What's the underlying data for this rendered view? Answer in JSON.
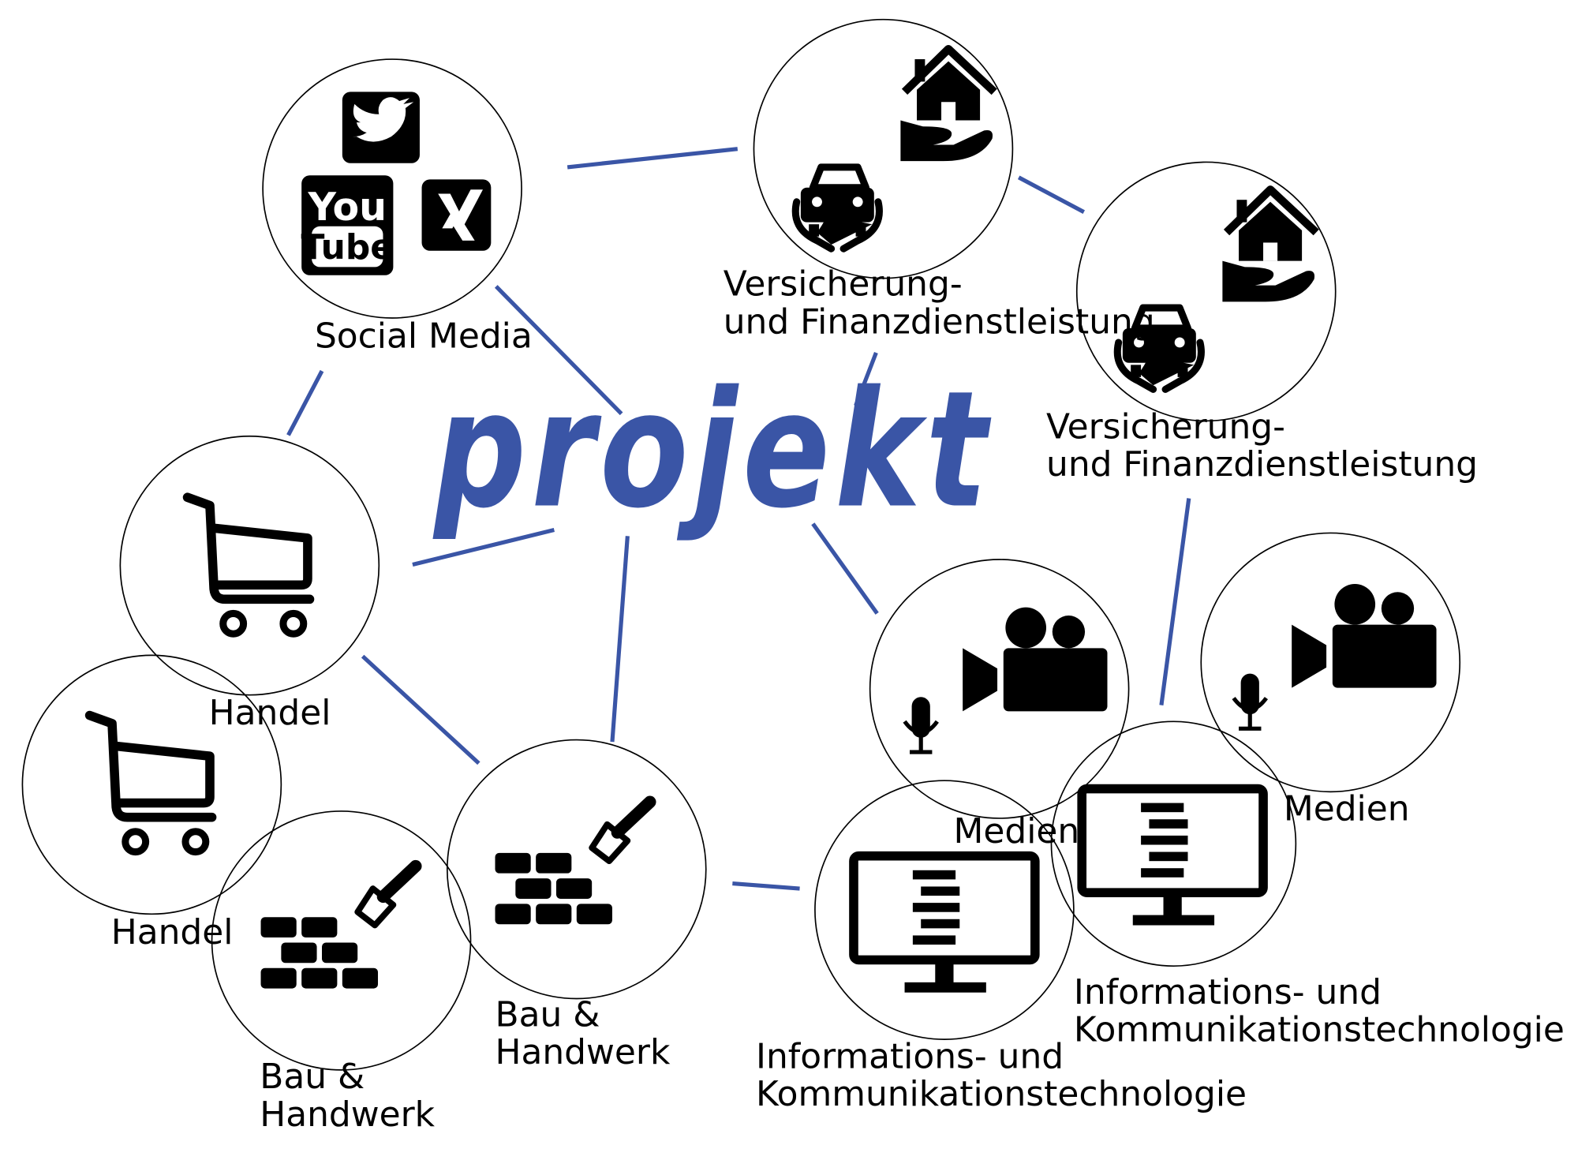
{
  "center": {
    "label": "projekt"
  },
  "colors": {
    "accent": "#3a55a6",
    "ink": "#000000",
    "background": "#ffffff"
  },
  "nodes": {
    "social_media": {
      "label": "Social Media",
      "icons": [
        "twitter-icon",
        "youtube-icon",
        "xing-icon"
      ]
    },
    "versicherung_1": {
      "line1": "Versicherung-",
      "line2": "und Finanzdienstleistung",
      "icons": [
        "car-in-hands-icon",
        "house-in-hand-icon"
      ]
    },
    "versicherung_2": {
      "line1": "Versicherung-",
      "line2": "und Finanzdienstleistung",
      "icons": [
        "car-in-hands-icon",
        "house-in-hand-icon"
      ]
    },
    "handel_1": {
      "label": "Handel",
      "icons": [
        "shopping-cart-icon"
      ]
    },
    "handel_2": {
      "label": "Handel",
      "icons": [
        "shopping-cart-icon"
      ]
    },
    "bau_1": {
      "line1": "Bau &",
      "line2": "Handwerk",
      "icons": [
        "bricks-trowel-icon"
      ]
    },
    "bau_2": {
      "line1": "Bau &",
      "line2": "Handwerk",
      "icons": [
        "bricks-trowel-icon"
      ]
    },
    "medien_1": {
      "label": "Medien",
      "icons": [
        "video-camera-icon",
        "microphone-icon"
      ]
    },
    "medien_2": {
      "label": "Medien",
      "icons": [
        "video-camera-icon",
        "microphone-icon"
      ]
    },
    "ikt_1": {
      "line1": "Informations- und",
      "line2": "Kommunikationstechnologie",
      "icons": [
        "monitor-icon"
      ]
    },
    "ikt_2": {
      "line1": "Informations- und",
      "line2": "Kommunikationstechnologie",
      "icons": [
        "monitor-icon"
      ]
    }
  }
}
